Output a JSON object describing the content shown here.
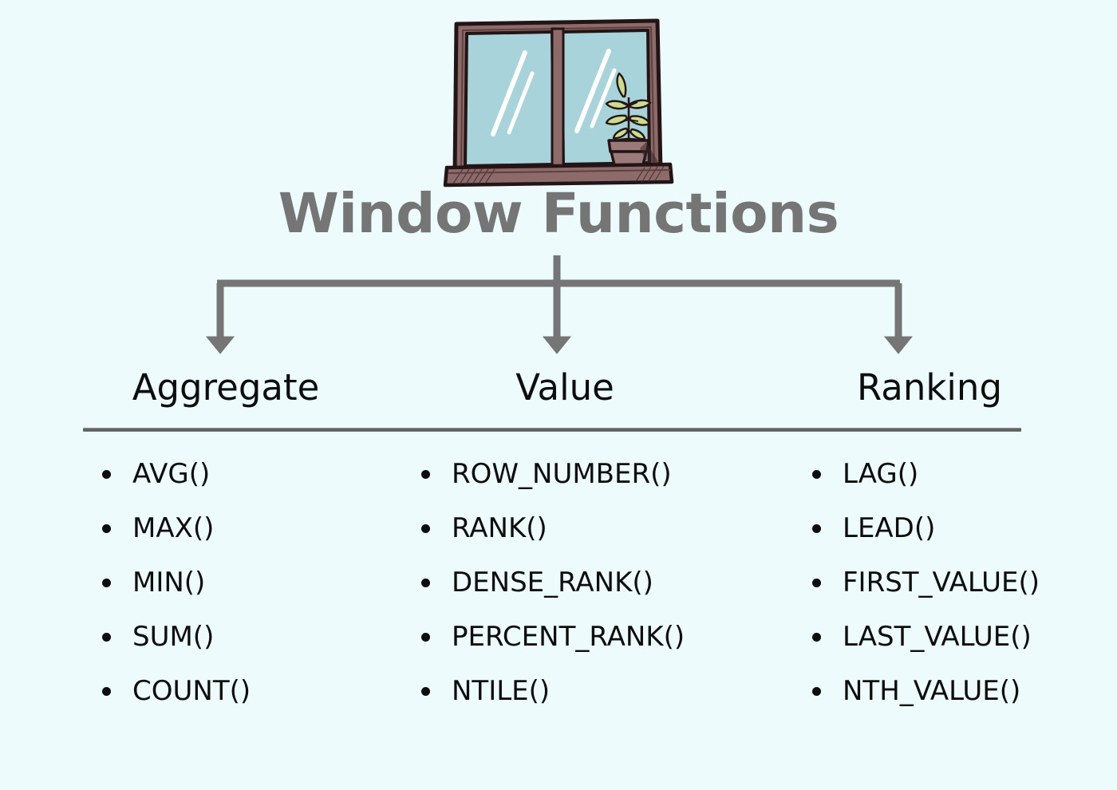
{
  "background_color": "#edfbfc",
  "illustration": {
    "name": "window-with-plant-illustration",
    "frame_color": "#8d6b6b",
    "frame_outline_color": "#231515",
    "glass_color": "#a9d3da",
    "sill_color": "#8d6b6b",
    "plant_leaf_color": "#cbdc8d",
    "plant_pot_color": "#9d7a7a",
    "highlight_color": "#ffffff"
  },
  "title": {
    "text": "Window Functions",
    "color": "#757575"
  },
  "connector": {
    "color": "#757575",
    "arrow_count": 3
  },
  "columns": [
    {
      "id": "aggregate",
      "header": "Aggregate",
      "items": [
        "AVG()",
        "MAX()",
        "MIN()",
        "SUM()",
        "COUNT()"
      ]
    },
    {
      "id": "value",
      "header": "Value",
      "items": [
        "ROW_NUMBER()",
        "RANK()",
        "DENSE_RANK()",
        "PERCENT_RANK()",
        "NTILE()"
      ]
    },
    {
      "id": "ranking",
      "header": "Ranking",
      "items": [
        "LAG()",
        "LEAD()",
        "FIRST_VALUE()",
        "LAST_VALUE()",
        "NTH_VALUE()"
      ]
    }
  ],
  "divider": {
    "color": "#6e6e6e"
  }
}
